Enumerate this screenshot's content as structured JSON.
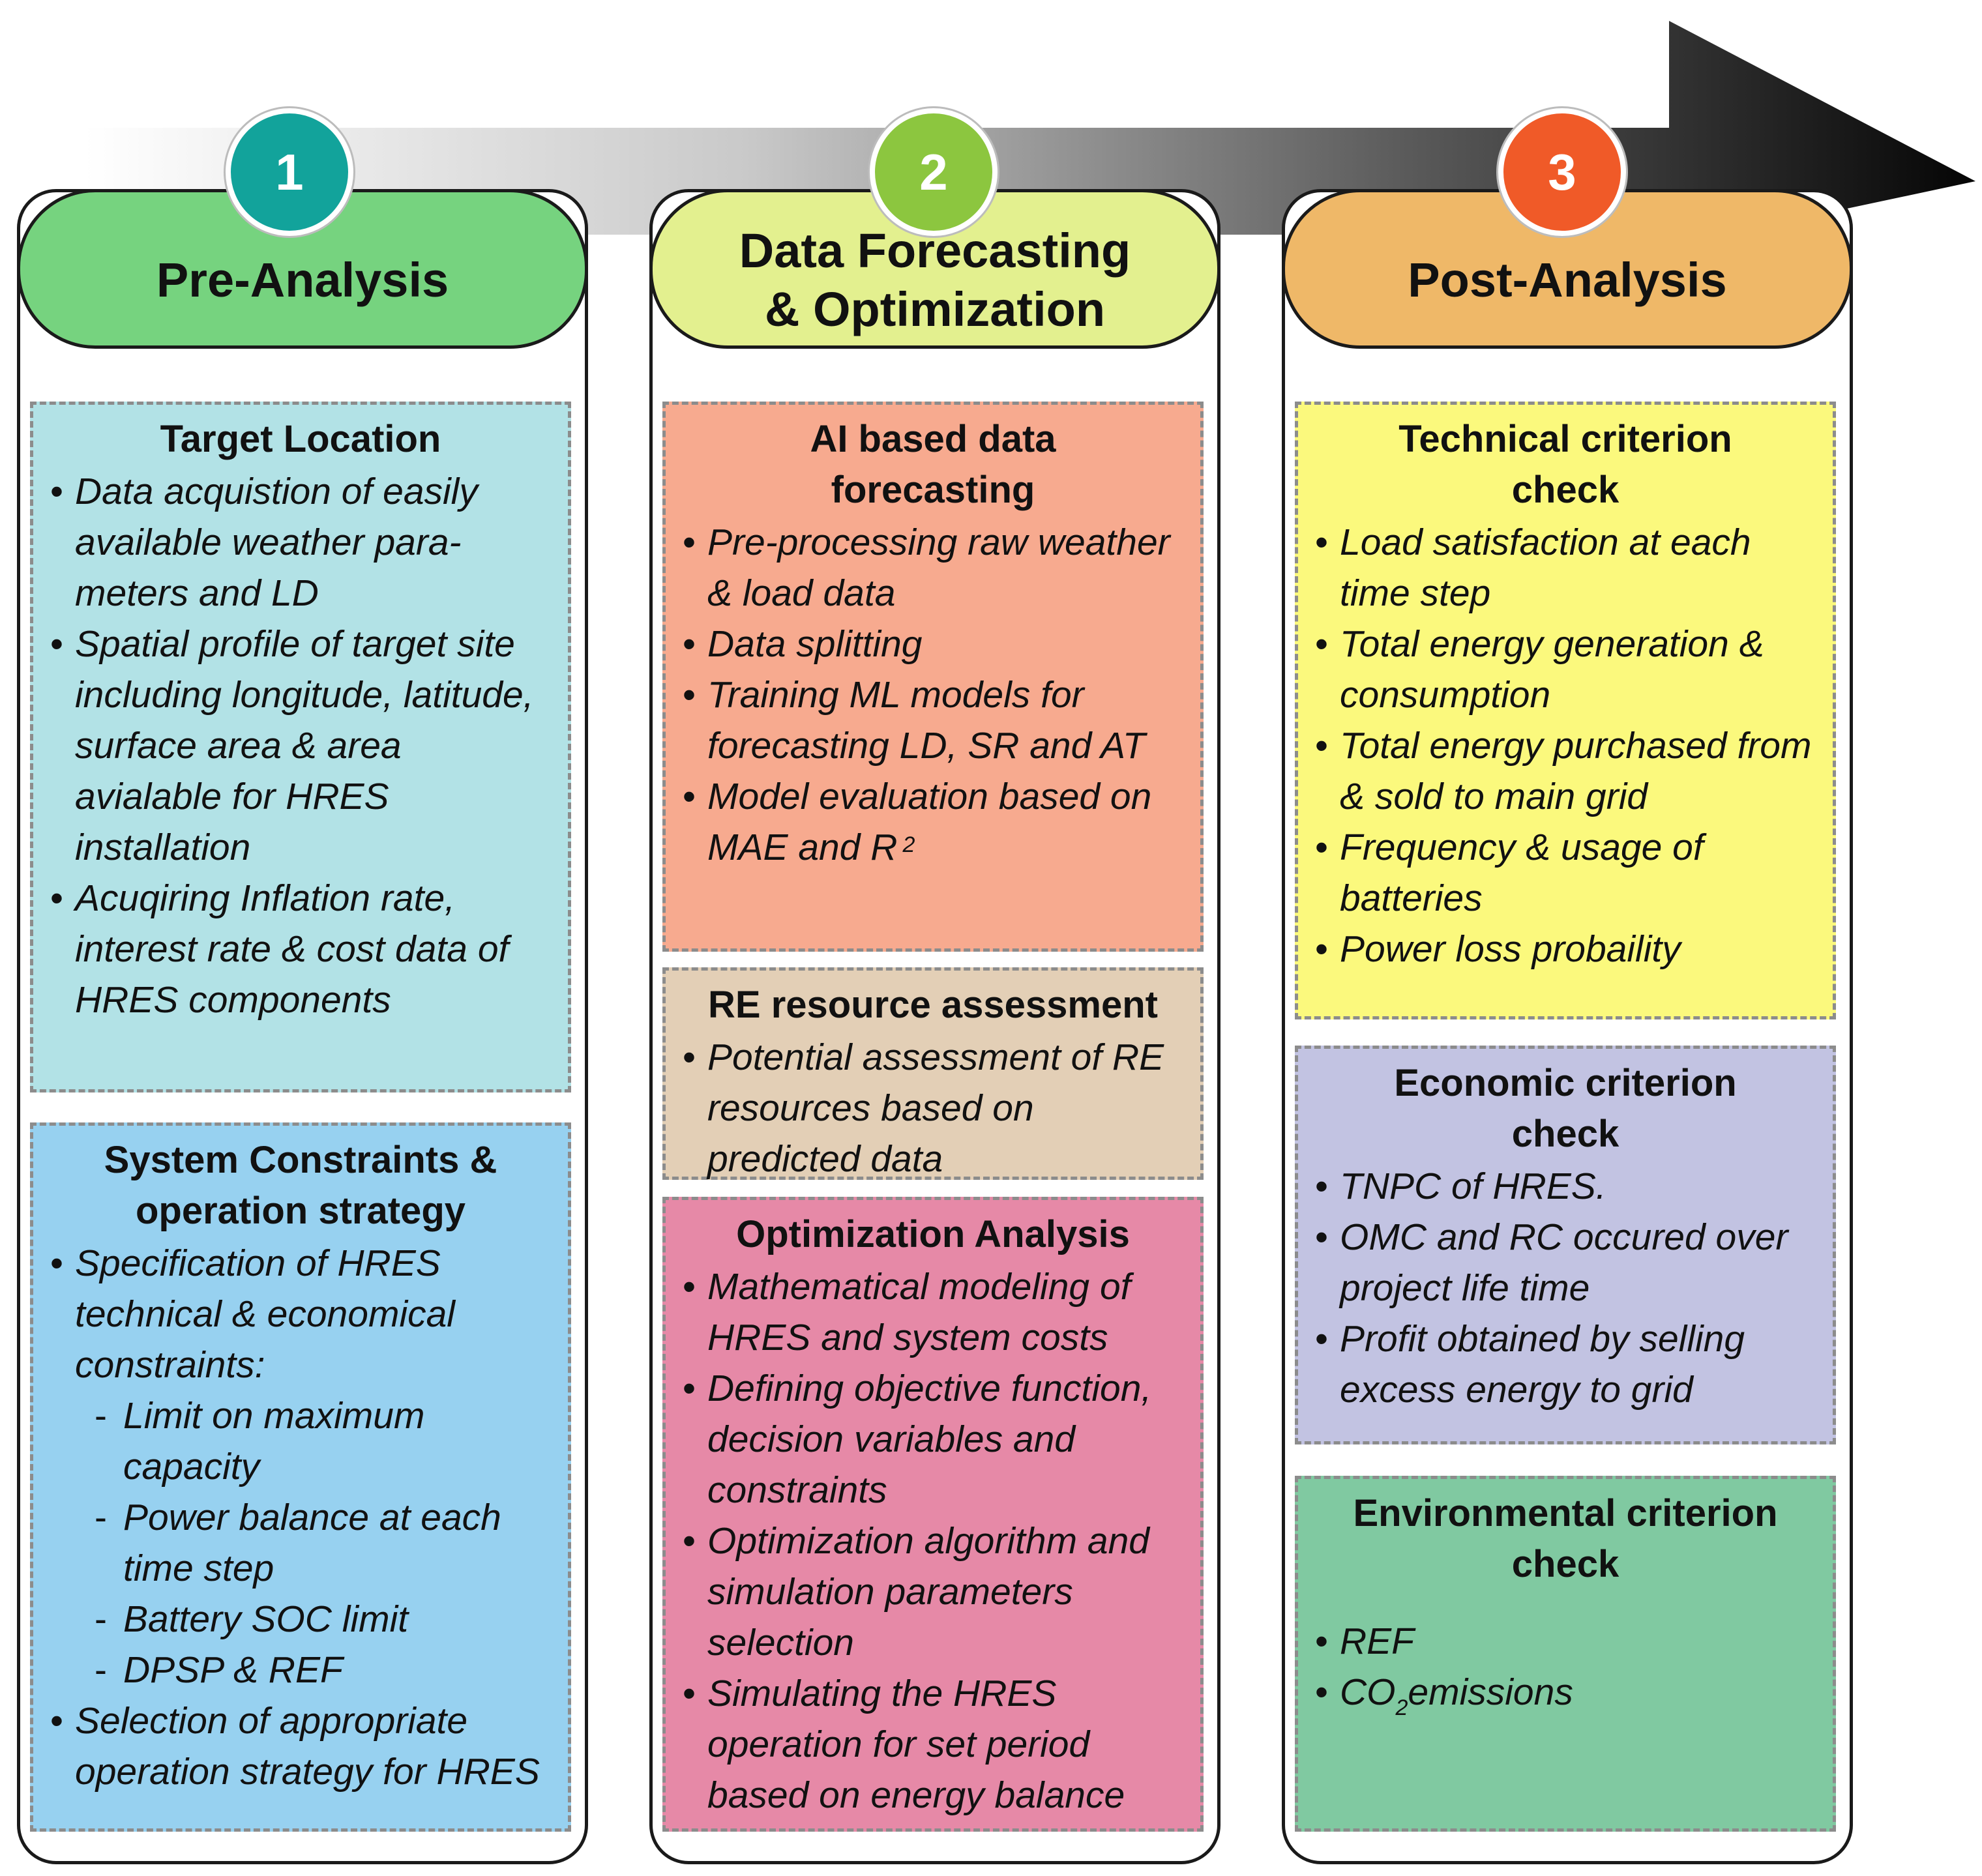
{
  "colors": {
    "stage1_header": "#76d37f",
    "stage2_header": "#e3f08f",
    "stage3_header": "#efb868",
    "badge1": "#12a39b",
    "badge2": "#8cc63f",
    "badge3": "#f05a28"
  },
  "stages": [
    {
      "number": "1",
      "title": "Pre-Analysis",
      "boxes": [
        {
          "title": "Target Location",
          "bullets": [
            "Data acquistion of easily available weather para-meters and LD",
            "Spatial profile of target site including longitude, latitude, surface area & area avialable for HRES installation",
            "Acuqiring Inflation rate, interest rate & cost data of HRES  components"
          ]
        },
        {
          "title": "System Constraints & operation strategy",
          "bullet_main": "Specification of HRES technical & economical constraints:",
          "sub_items": [
            "Limit on maximum capacity",
            "Power balance at each time step",
            "Battery SOC limit",
            "DPSP & REF"
          ],
          "bullet_last": "Selection of appropriate operation strategy for HRES"
        }
      ]
    },
    {
      "number": "2",
      "title": "Data Forecasting & Optimization",
      "boxes": [
        {
          "title": "AI based data forecasting",
          "bullets": [
            "Pre-processing raw weather & load data",
            "Data splitting",
            "Training ML models for forecasting LD, SR and AT"
          ],
          "bullet_r2": "Model evaluation based on MAE and R",
          "superscript": "2"
        },
        {
          "title": "RE resource assessment",
          "bullets": [
            "Potential assessment of RE resources based on predicted data"
          ]
        },
        {
          "title": "Optimization Analysis",
          "bullets": [
            "Mathematical modeling of HRES and system costs",
            "Defining objective function, decision variables and constraints",
            "Optimization algorithm and simulation parameters selection",
            "Simulating the HRES operation for set period based on energy balance"
          ]
        }
      ]
    },
    {
      "number": "3",
      "title": "Post-Analysis",
      "boxes": [
        {
          "title": "Technical criterion check",
          "bullets": [
            "Load satisfaction at each time step",
            "Total energy generation & consumption",
            "Total energy purchased from & sold to main grid",
            "Frequency & usage of batteries",
            "Power loss probaility"
          ]
        },
        {
          "title": "Economic criterion check",
          "bullets": [
            "TNPC of HRES.",
            "OMC and RC occured over project life time",
            "Profit obtained by selling excess energy  to grid"
          ]
        },
        {
          "title": "Environmental criterion check",
          "bullets": [
            "REF"
          ],
          "co2_prefix": "CO",
          "co2_sub": "2",
          "co2_suffix": "emissions"
        }
      ]
    }
  ]
}
